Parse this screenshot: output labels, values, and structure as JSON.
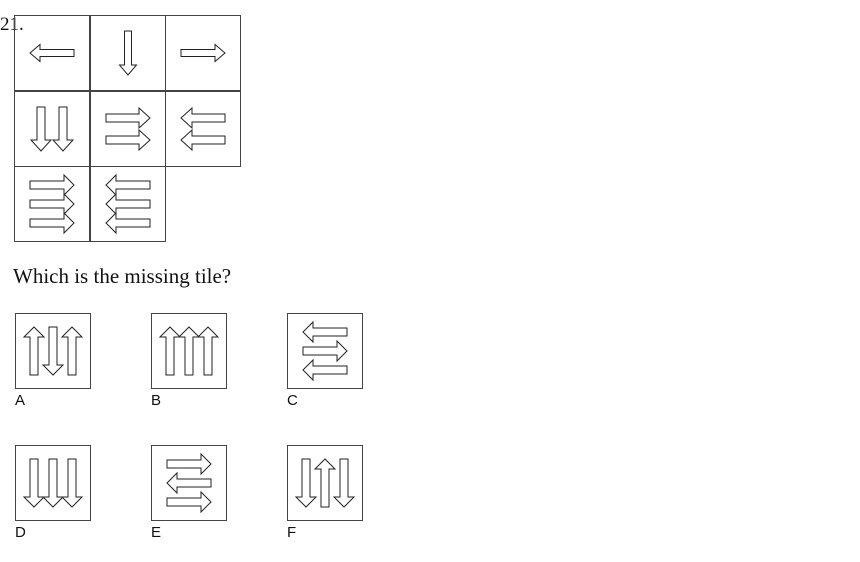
{
  "question": {
    "number": "21.",
    "prompt": "Which is the missing tile?"
  },
  "puzzle_grid": {
    "rows": 3,
    "cols": 3,
    "cells": [
      {
        "row": 0,
        "col": 0,
        "arrows": [
          "left"
        ]
      },
      {
        "row": 0,
        "col": 1,
        "arrows": [
          "down"
        ]
      },
      {
        "row": 0,
        "col": 2,
        "arrows": [
          "right"
        ]
      },
      {
        "row": 1,
        "col": 0,
        "arrows": [
          "down",
          "down"
        ]
      },
      {
        "row": 1,
        "col": 1,
        "arrows": [
          "right",
          "right"
        ]
      },
      {
        "row": 1,
        "col": 2,
        "arrows": [
          "left",
          "left"
        ]
      },
      {
        "row": 2,
        "col": 0,
        "arrows": [
          "right",
          "right",
          "right"
        ]
      },
      {
        "row": 2,
        "col": 1,
        "arrows": [
          "left",
          "left",
          "left"
        ]
      },
      {
        "row": 2,
        "col": 2,
        "arrows": [],
        "missing": true
      }
    ]
  },
  "options": [
    {
      "label": "A",
      "arrows": [
        "up",
        "down",
        "up"
      ]
    },
    {
      "label": "B",
      "arrows": [
        "up",
        "up",
        "up"
      ]
    },
    {
      "label": "C",
      "arrows": [
        "left",
        "right",
        "left"
      ]
    },
    {
      "label": "D",
      "arrows": [
        "down",
        "down",
        "down"
      ]
    },
    {
      "label": "E",
      "arrows": [
        "right",
        "left",
        "right"
      ]
    },
    {
      "label": "F",
      "arrows": [
        "down",
        "up",
        "down"
      ]
    }
  ]
}
